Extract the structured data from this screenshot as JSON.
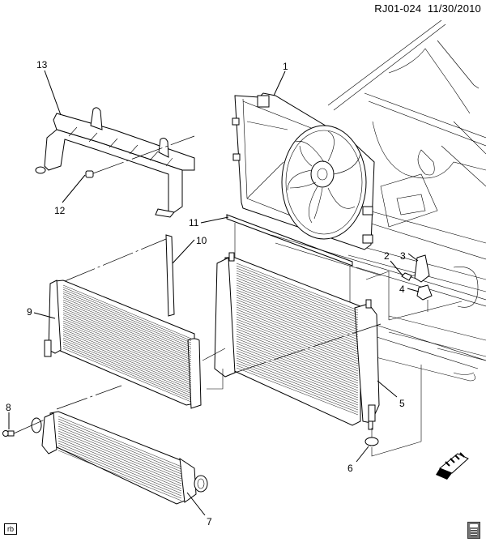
{
  "header": {
    "reference_code": "RJ01-024",
    "date": "11/30/2010"
  },
  "diagram": {
    "title": "Radiator, Fan Shroud, Condenser and Charge Air Cooler Mounting",
    "callouts": [
      {
        "number": "1",
        "part": "fan-shroud-assembly"
      },
      {
        "number": "2",
        "part": "bolt"
      },
      {
        "number": "3",
        "part": "bracket"
      },
      {
        "number": "4",
        "part": "insulator"
      },
      {
        "number": "5",
        "part": "radiator-assembly"
      },
      {
        "number": "6",
        "part": "lower-insulator"
      },
      {
        "number": "7",
        "part": "charge-air-cooler"
      },
      {
        "number": "8",
        "part": "bolt"
      },
      {
        "number": "9",
        "part": "condenser"
      },
      {
        "number": "10",
        "part": "seal"
      },
      {
        "number": "11",
        "part": "upper-seal"
      },
      {
        "number": "12",
        "part": "push-pin-retainer"
      },
      {
        "number": "13",
        "part": "upper-air-baffle"
      }
    ]
  },
  "footer": {
    "badge_label": "rb",
    "front_arrow_icon": "front-direction-arrow-icon",
    "document_icon": "document-icon"
  }
}
